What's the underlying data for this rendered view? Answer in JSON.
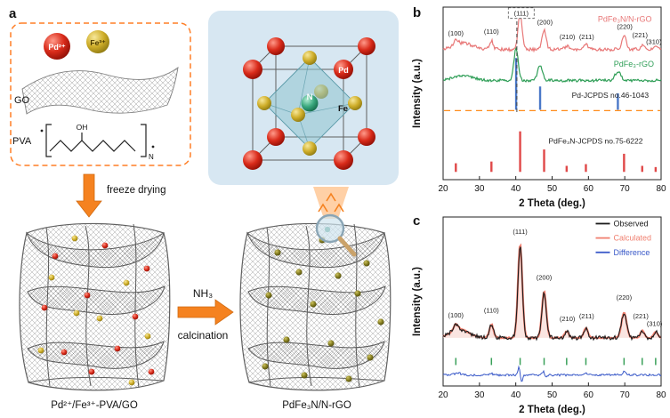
{
  "colors": {
    "pd_red": "#c62617",
    "fe_yellow": "#cfae2a",
    "n_green": "#3aa87e",
    "arrow_orange": "#f58220",
    "box_dash_orange": "#ff7f27",
    "nrgo_pink": "#e87878",
    "rgo_green": "#2f9e57",
    "jcpds_blue": "#4a78c8",
    "jcpds_red": "#e04848",
    "difference_blue": "#3858c8"
  },
  "panel_a": {
    "label": "a",
    "pd_ion": "Pd²⁺",
    "fe_ion": "Fe³⁺",
    "go": "GO",
    "pva": "PVA",
    "oh": "OH",
    "chain_sub": "N",
    "freeze_drying": "freeze drying",
    "nh3": "NH₃",
    "calcination": "calcination",
    "crystal": {
      "pd": "Pd",
      "n": "N",
      "fe": "Fe"
    },
    "precursor": "Pd²⁺/Fe³⁺-PVA/GO",
    "product": "PdFe₃N/N-rGO"
  },
  "panel_b": {
    "label": "b"
  },
  "panel_c": {
    "label": "c"
  },
  "chart_data": [
    {
      "id": "b",
      "type": "line",
      "title": "",
      "xlabel": "2 Theta (deg.)",
      "ylabel": "Intensity (a.u.)",
      "xlim": [
        20,
        80
      ],
      "xticks": [
        20,
        30,
        40,
        50,
        60,
        70,
        80
      ],
      "grid": false,
      "margins": {
        "l": 36,
        "r": 10,
        "t": 6,
        "b": 34
      },
      "lines": [
        {
          "type": "v",
          "x": 40.3,
          "y1": 0.01,
          "y2": 0.62,
          "color": "#444",
          "dash": "4 3"
        },
        {
          "type": "h",
          "y": 0.6,
          "color": "#ff8c1a",
          "dash": "7 5"
        }
      ],
      "series": [
        {
          "name": "PdFe₃N/N-rGO",
          "type": "curve",
          "color": "#e87878",
          "lw": 1.2,
          "baseline": 0.245,
          "noise": 0.01,
          "peaks": [
            [
              25.5,
              0.035,
              2.5
            ],
            [
              23.5,
              0.03,
              0.6
            ],
            [
              33.3,
              0.05,
              0.5
            ],
            [
              41.2,
              0.215,
              0.55
            ],
            [
              47.8,
              0.115,
              0.55
            ],
            [
              54.0,
              0.022,
              0.5
            ],
            [
              59.3,
              0.03,
              0.5
            ],
            [
              69.8,
              0.085,
              0.6
            ],
            [
              74.8,
              0.022,
              0.5
            ],
            [
              78.5,
              0.018,
              0.5
            ]
          ],
          "label": {
            "x": 70,
            "y": 0.085,
            "size": 9,
            "bold": false
          }
        },
        {
          "name": "PdFe₃-rGO",
          "type": "curve",
          "color": "#2f9e57",
          "lw": 1.2,
          "baseline": 0.425,
          "noise": 0.008,
          "peaks": [
            [
              25.5,
              0.03,
              2.5
            ],
            [
              40.1,
              0.185,
              0.6
            ],
            [
              46.7,
              0.085,
              0.7
            ],
            [
              68.1,
              0.05,
              0.8
            ]
          ],
          "label": {
            "x": 72.5,
            "y": 0.345,
            "size": 9
          }
        },
        {
          "name": "Pd-JCPDS no.46-1043",
          "type": "sticks",
          "color": "#4a78c8",
          "base": 0.595,
          "sticks": [
            [
              40.1,
              0.3
            ],
            [
              46.7,
              0.135
            ],
            [
              68.1,
              0.095
            ]
          ],
          "label": {
            "x": 66,
            "y": 0.525,
            "size": 8.5,
            "color": "#222"
          }
        },
        {
          "name": "PdFe₃N-JCPDS no.75-6222",
          "type": "sticks",
          "color": "#e04848",
          "base": 0.955,
          "sticks": [
            [
              23.5,
              0.05
            ],
            [
              33.3,
              0.06
            ],
            [
              41.2,
              0.235
            ],
            [
              47.8,
              0.13
            ],
            [
              54.0,
              0.035
            ],
            [
              59.3,
              0.045
            ],
            [
              69.8,
              0.105
            ],
            [
              74.8,
              0.035
            ],
            [
              78.5,
              0.028
            ]
          ],
          "label": {
            "x": 62,
            "y": 0.79,
            "size": 8.5,
            "color": "#222"
          }
        }
      ],
      "peak_labels": [
        {
          "text": "(100)",
          "x": 23.5,
          "y": 0.165
        },
        {
          "text": "(110)",
          "x": 33.3,
          "y": 0.155
        },
        {
          "text": "(111)",
          "x": 41.5,
          "y": 0.05,
          "boxed": true
        },
        {
          "text": "(200)",
          "x": 48.0,
          "y": 0.1
        },
        {
          "text": "(210)",
          "x": 54.2,
          "y": 0.185
        },
        {
          "text": "(211)",
          "x": 59.5,
          "y": 0.185
        },
        {
          "text": "(220)",
          "x": 70.0,
          "y": 0.125
        },
        {
          "text": "(221)",
          "x": 74.2,
          "y": 0.175
        },
        {
          "text": "(310)",
          "x": 78.0,
          "y": 0.215
        }
      ]
    },
    {
      "id": "c",
      "type": "line",
      "title": "",
      "xlabel": "2 Theta (deg.)",
      "ylabel": "Intensity (a.u.)",
      "xlim": [
        20,
        80
      ],
      "xticks": [
        20,
        30,
        40,
        50,
        60,
        70,
        80
      ],
      "grid": false,
      "margins": {
        "l": 36,
        "r": 10,
        "t": 8,
        "b": 34
      },
      "lines": [],
      "series": [
        {
          "name": "Calculated",
          "type": "curve",
          "color": "#f08070",
          "lw": 2.2,
          "baseline": 0.715,
          "noise": 0.003,
          "fill": "#f6cfc9",
          "fillop": 0.55,
          "peaks": [
            [
              24.5,
              0.05,
              2.5
            ],
            [
              23.5,
              0.035,
              0.6
            ],
            [
              33.3,
              0.08,
              0.55
            ],
            [
              41.2,
              0.555,
              0.6
            ],
            [
              47.8,
              0.275,
              0.6
            ],
            [
              54.0,
              0.04,
              0.55
            ],
            [
              59.3,
              0.058,
              0.55
            ],
            [
              69.8,
              0.15,
              0.7
            ],
            [
              74.8,
              0.042,
              0.55
            ],
            [
              78.5,
              0.035,
              0.55
            ]
          ]
        },
        {
          "name": "Observed",
          "type": "curve",
          "color": "#1a1a1a",
          "lw": 1.1,
          "baseline": 0.715,
          "noise": 0.012,
          "peaks": [
            [
              24.5,
              0.05,
              2.5
            ],
            [
              23.5,
              0.035,
              0.6
            ],
            [
              33.3,
              0.08,
              0.55
            ],
            [
              41.2,
              0.55,
              0.6
            ],
            [
              47.8,
              0.27,
              0.6
            ],
            [
              54.0,
              0.04,
              0.55
            ],
            [
              59.3,
              0.058,
              0.55
            ],
            [
              69.8,
              0.148,
              0.7
            ],
            [
              74.8,
              0.042,
              0.55
            ],
            [
              78.5,
              0.035,
              0.55
            ]
          ]
        },
        {
          "name": "Bragg positions",
          "type": "ticks",
          "color": "#3aa05a",
          "y": 0.855,
          "positions": [
            23.5,
            33.3,
            41.2,
            47.8,
            54.0,
            59.3,
            69.8,
            74.8,
            78.5
          ]
        },
        {
          "name": "Difference",
          "type": "curve",
          "color": "#3858c8",
          "lw": 1.0,
          "baseline": 0.935,
          "noise": 0.006,
          "peaks": [
            [
              40.9,
              0.05,
              0.3
            ],
            [
              41.6,
              -0.04,
              0.3
            ],
            [
              47.6,
              0.022,
              0.3
            ],
            [
              48.3,
              -0.018,
              0.3
            ],
            [
              33.3,
              0.013,
              0.3
            ],
            [
              69.9,
              0.02,
              0.35
            ],
            [
              24.0,
              0.012,
              0.8
            ],
            [
              59.3,
              0.01,
              0.3
            ]
          ]
        }
      ],
      "legend": {
        "x": 62,
        "y": 0.055,
        "dy": 0.085,
        "items": [
          {
            "label": "Observed",
            "color": "#1a1a1a"
          },
          {
            "label": "Calculated",
            "color": "#f08070"
          },
          {
            "label": "Difference",
            "color": "#3858c8"
          }
        ]
      },
      "peak_labels": [
        {
          "text": "(100)",
          "x": 23.5,
          "y": 0.595
        },
        {
          "text": "(110)",
          "x": 33.3,
          "y": 0.565
        },
        {
          "text": "(111)",
          "x": 41.2,
          "y": 0.1
        },
        {
          "text": "(200)",
          "x": 47.8,
          "y": 0.37
        },
        {
          "text": "(210)",
          "x": 54.2,
          "y": 0.615
        },
        {
          "text": "(211)",
          "x": 59.5,
          "y": 0.6
        },
        {
          "text": "(220)",
          "x": 69.8,
          "y": 0.49
        },
        {
          "text": "(221)",
          "x": 74.4,
          "y": 0.6
        },
        {
          "text": "(310)",
          "x": 78.2,
          "y": 0.645
        }
      ]
    }
  ]
}
